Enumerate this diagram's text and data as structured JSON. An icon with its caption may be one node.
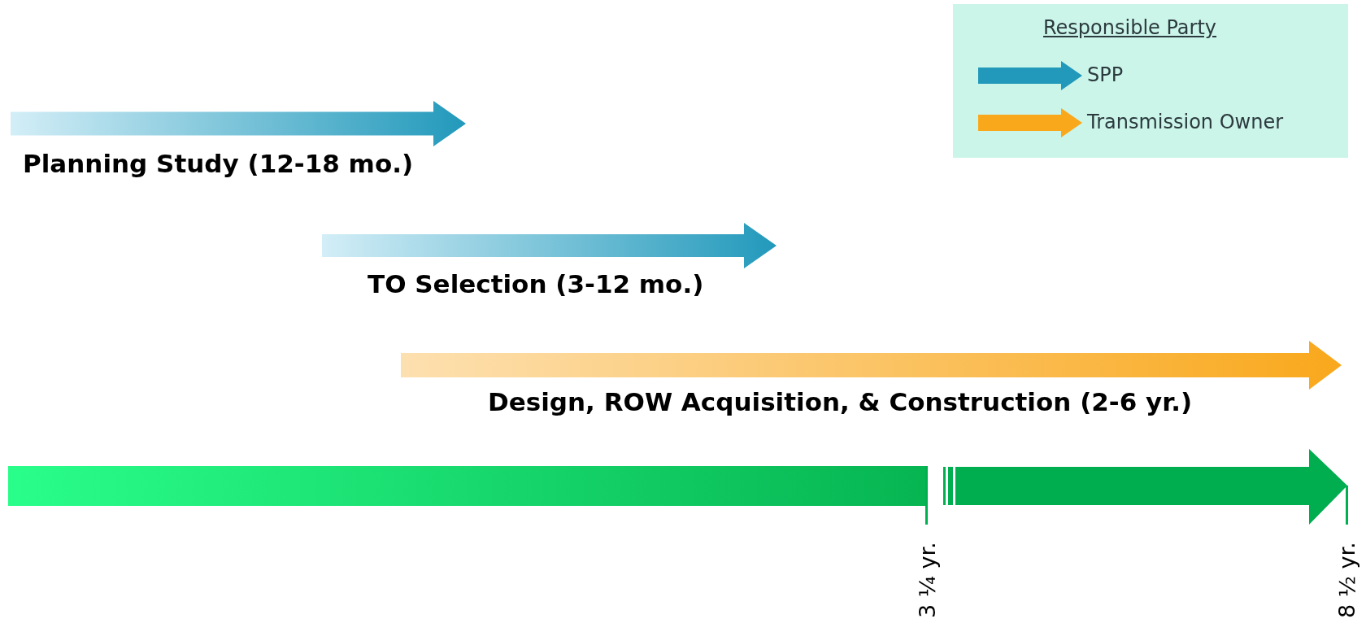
{
  "diagram": {
    "nodes": [
      {
        "text": [
          "Planning Study (12-18 mo.)"
        ]
      },
      {
        "text": [
          "TO Selection (3-12 mo.)"
        ]
      },
      {
        "text": [
          "Design, ROW Acquisition, & Construction (2-6 yr.)"
        ]
      }
    ],
    "labels": [
      "Responsible Party",
      "3 ¼ yr.",
      "8 ½ yr."
    ],
    "legend": [
      {
        "text": "SPP",
        "color": "#2299bb"
      },
      {
        "text": "Transmission Owner",
        "color": "#f9a81c"
      }
    ]
  }
}
